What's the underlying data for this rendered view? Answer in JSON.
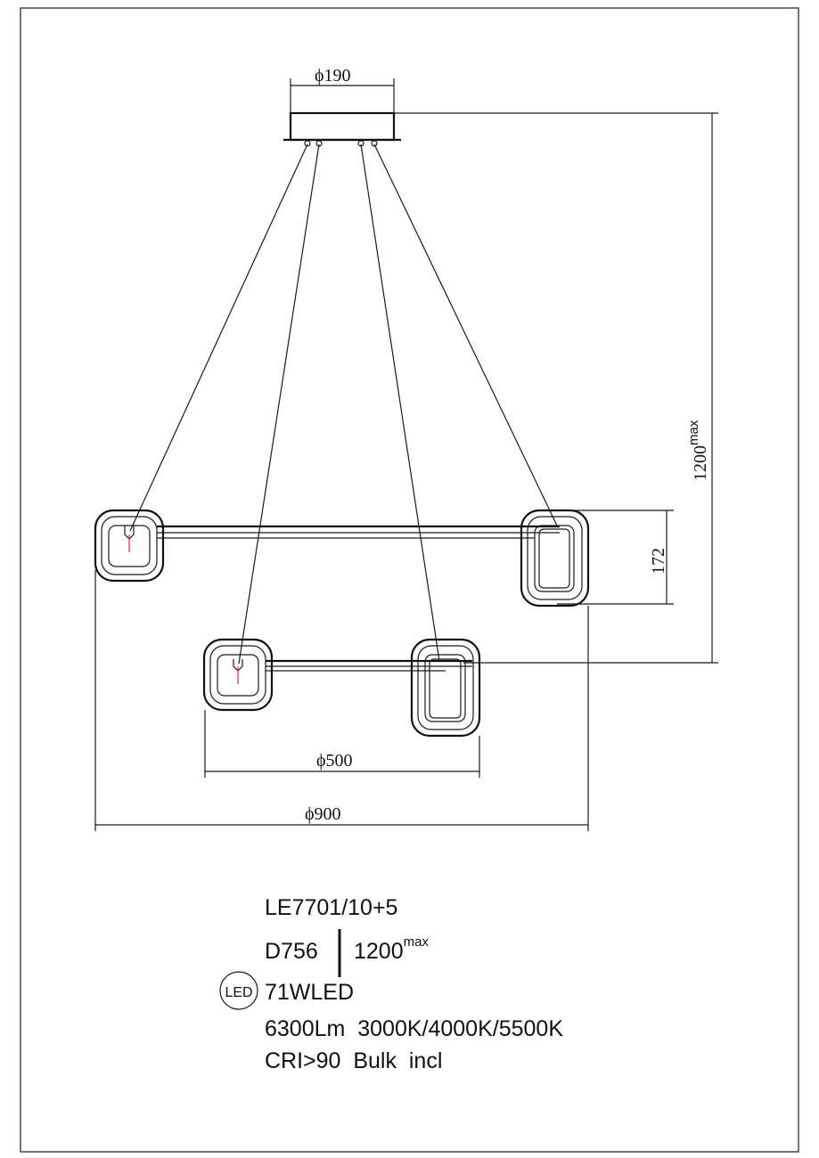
{
  "dimensions": {
    "canopy": "ϕ190",
    "height": "1200",
    "height_sup": "max",
    "ring_height": "172",
    "inner_diameter": "ϕ500",
    "outer_diameter": "ϕ900"
  },
  "specs": {
    "model": "LE7701/10+5",
    "diameter": "D756",
    "height": "1200",
    "height_sup": "max",
    "led_badge": "LED",
    "power": "71WLED",
    "lumen_cct": "6300Lm  3000K/4000K/5500K",
    "cri_bulb": "CRI>90  Bulk  incl"
  },
  "colors": {
    "line": "#111111",
    "accent": "#e0302a"
  }
}
